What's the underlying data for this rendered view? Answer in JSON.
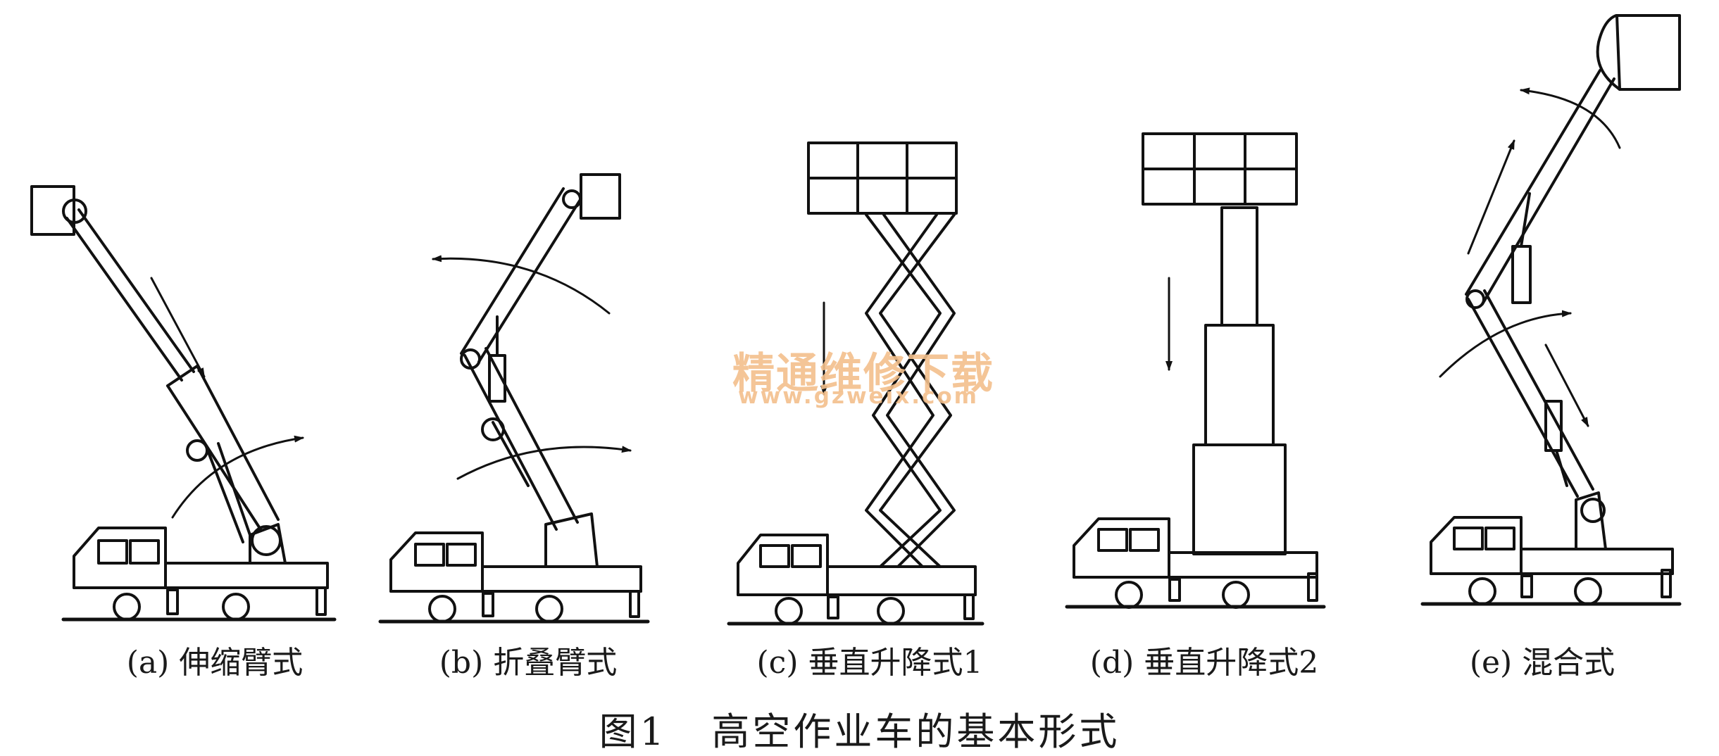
{
  "figure": {
    "caption": "图1   高空作业车的基本形式",
    "panels": [
      {
        "key": "a",
        "label": "(a) 伸缩臂式"
      },
      {
        "key": "b",
        "label": "(b) 折叠臂式"
      },
      {
        "key": "c",
        "label": "(c) 垂直升降式1"
      },
      {
        "key": "d",
        "label": "(d) 垂直升降式2"
      },
      {
        "key": "e",
        "label": "(e) 混合式"
      }
    ]
  },
  "watermark": {
    "title": "精通维修下载",
    "url": "www.gzweix.com"
  },
  "colors": {
    "line": "#111111",
    "watermark": "#f3bf8c"
  }
}
